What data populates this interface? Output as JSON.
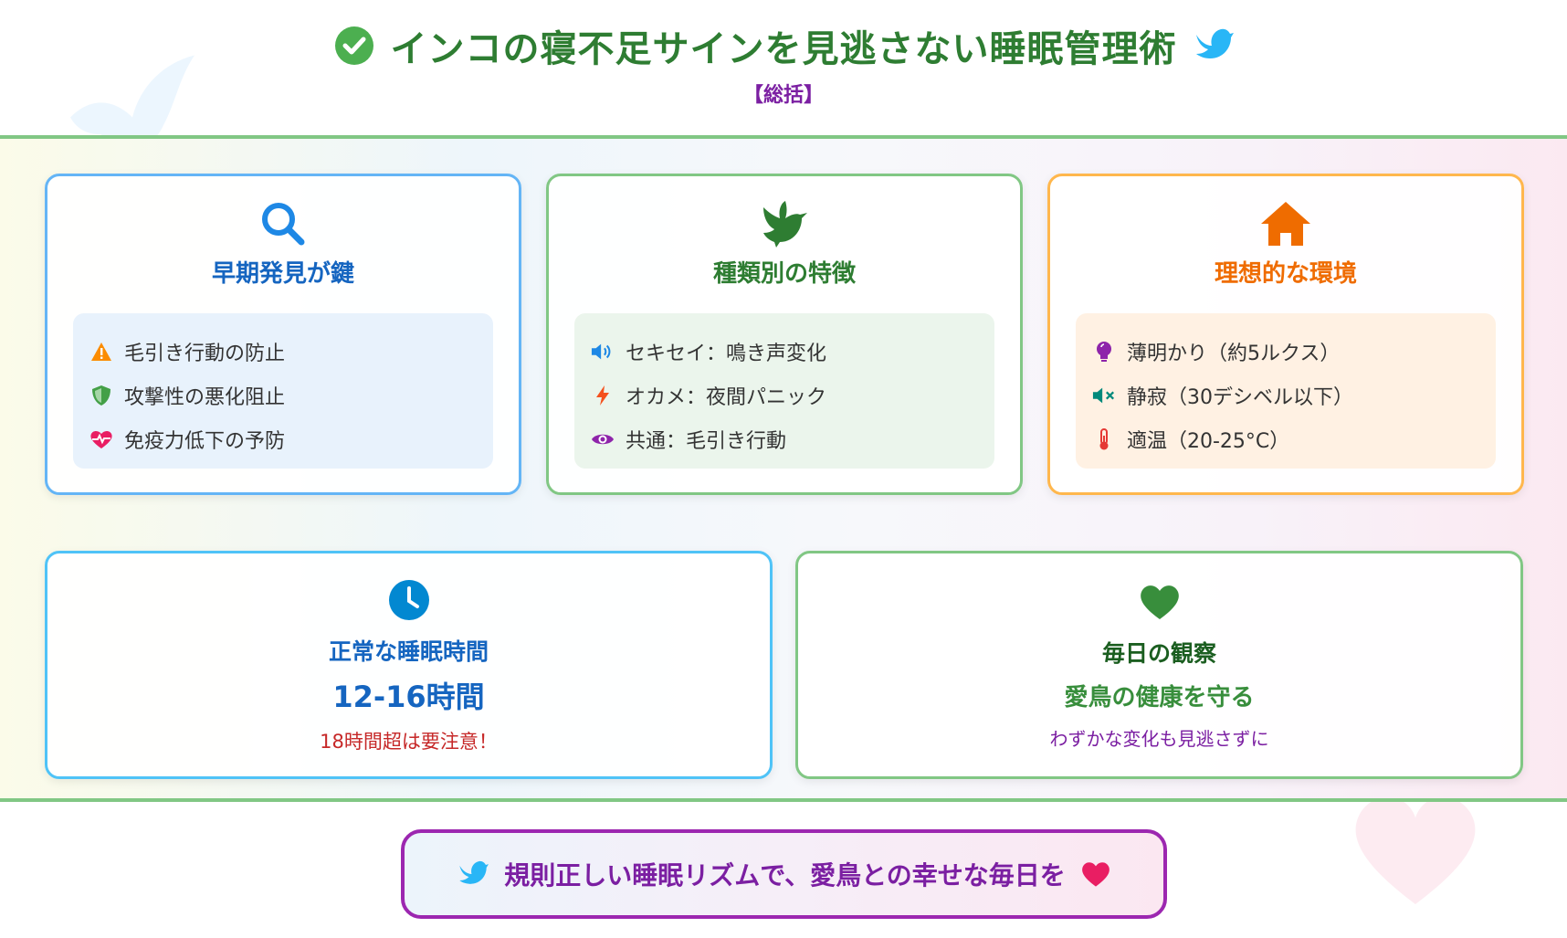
{
  "header": {
    "title": "インコの寝不足サインを見逃さない睡眠管理術",
    "subtitle": "【総括】",
    "left_icon": "check-circle-icon",
    "right_icon": "bird-icon"
  },
  "cards": {
    "early_detection": {
      "icon": "search-icon",
      "title": "早期発見が鍵",
      "items": [
        {
          "icon": "warning-icon",
          "text": "毛引き行動の防止"
        },
        {
          "icon": "shield-icon",
          "text": "攻撃性の悪化阻止"
        },
        {
          "icon": "heartbeat-icon",
          "text": "免疫力低下の予防"
        }
      ]
    },
    "species": {
      "icon": "dove-icon",
      "title": "種類別の特徴",
      "items": [
        {
          "icon": "speaker-icon",
          "text": "セキセイ：鳴き声変化"
        },
        {
          "icon": "bolt-icon",
          "text": "オカメ：夜間パニック"
        },
        {
          "icon": "eye-icon",
          "text": "共通：毛引き行動"
        }
      ]
    },
    "environment": {
      "icon": "home-icon",
      "title": "理想的な環境",
      "items": [
        {
          "icon": "lightbulb-icon",
          "text": "薄明かり（約5ルクス）"
        },
        {
          "icon": "mute-icon",
          "text": "静寂（30デシベル以下）"
        },
        {
          "icon": "thermometer-icon",
          "text": "適温（20-25°C）"
        }
      ]
    },
    "sleep_time": {
      "icon": "clock-icon",
      "title": "正常な睡眠時間",
      "value": "12-16時間",
      "warning": "18時間超は要注意！"
    },
    "observation": {
      "icon": "heart-icon",
      "title": "毎日の観察",
      "headline": "愛鳥の健康を守る",
      "note": "わずかな変化も見逃さずに"
    }
  },
  "footer": {
    "text": "規則正しい睡眠リズムで、愛鳥との幸せな毎日を",
    "left_icon": "bird-icon",
    "right_icon": "heart-icon"
  },
  "colors": {
    "green": "#2e7d32",
    "purple": "#7b1fa2",
    "blue": "#1565c0",
    "orange": "#ef6c00",
    "red": "#c62828"
  }
}
